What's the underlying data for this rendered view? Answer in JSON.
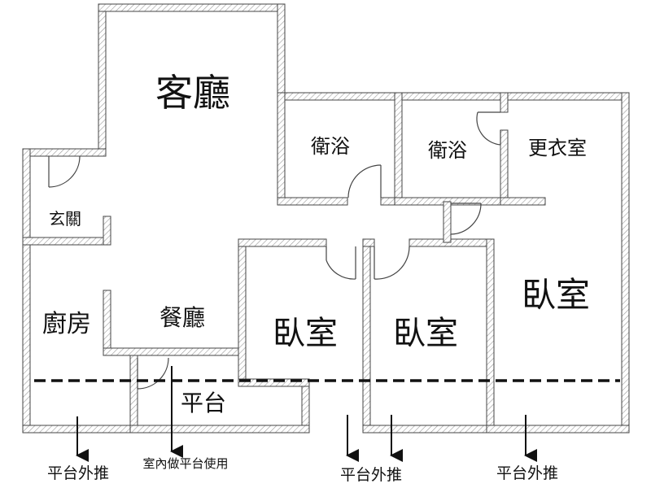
{
  "colors": {
    "wall_stroke": "#444444",
    "wall_fill": "#ffffff",
    "hatch": "#9a9a9a",
    "text": "#111111",
    "arrow": "#111111",
    "dash_line": "#111111"
  },
  "rooms": {
    "living": "客廳",
    "bath1": "衛浴",
    "bath2": "衛浴",
    "closet": "更衣室",
    "entry": "玄關",
    "kitchen": "廚房",
    "dining": "餐廳",
    "bedroom_left": "臥室",
    "bedroom_mid": "臥室",
    "bedroom_master": "臥室",
    "platform": "平台"
  },
  "notes": {
    "left": "平台外推",
    "middle_indoor": "室內做平台使用",
    "center": "平台外推",
    "right": "平台外推"
  }
}
